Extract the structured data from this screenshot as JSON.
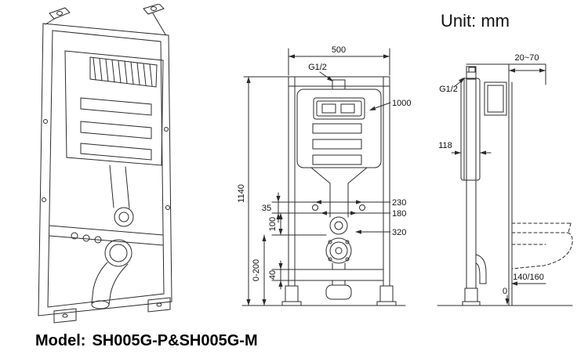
{
  "unit_label": "Unit: mm",
  "model": {
    "label": "Model:",
    "value": "SH005G-P&SH005G-M"
  },
  "front_view": {
    "width": "500",
    "inlet_thread": "G1/2",
    "flush_plate_height": "1000",
    "frame_height": "1140",
    "fixing_width": "230",
    "drain_width": "180",
    "outlet_height": "320",
    "bracket_gap": "35",
    "offset_100": "100",
    "leg_adjust": "0-200",
    "foot_height": "40"
  },
  "side_view": {
    "wall_range": "20~70",
    "inlet_thread": "G1/2",
    "depth": "118",
    "outlet_options": "140/160",
    "floor_level": "0"
  }
}
